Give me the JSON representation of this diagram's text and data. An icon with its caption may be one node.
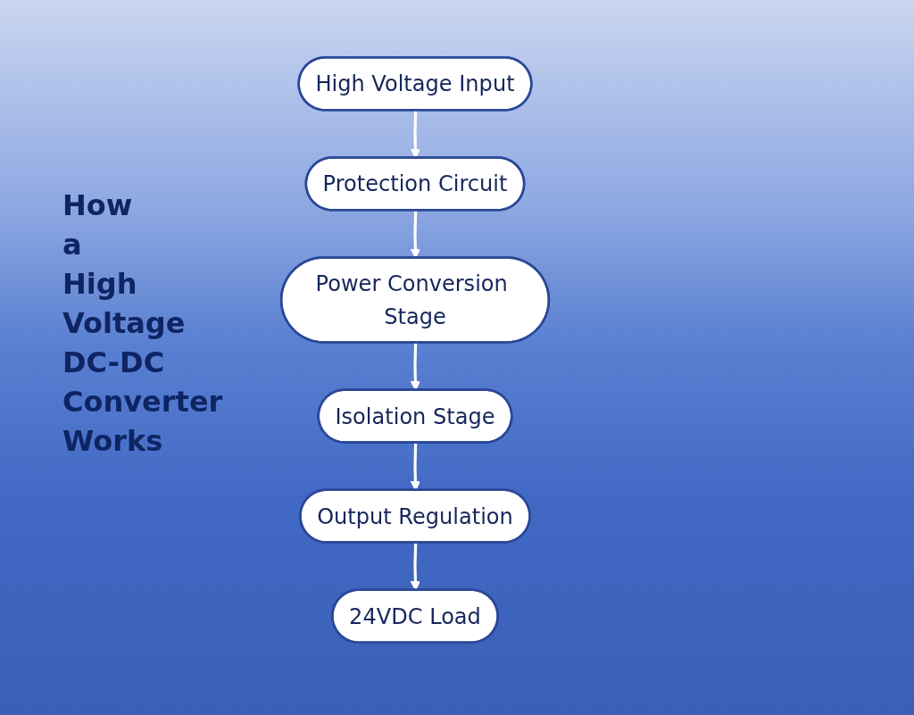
{
  "diagram": {
    "title": "How a High Voltage DC-DC Converter Works",
    "nodes": [
      {
        "text": [
          "High Voltage Input"
        ]
      },
      {
        "text": [
          "Protection Circuit"
        ]
      },
      {
        "text": [
          "Power Conversion Stage"
        ]
      },
      {
        "text": [
          "Isolation Stage"
        ]
      },
      {
        "text": [
          "Output Regulation"
        ]
      },
      {
        "text": [
          "24VDC Load"
        ]
      }
    ],
    "edges": [
      {
        "from": 0,
        "to": 1,
        "arrow": "to"
      },
      {
        "from": 1,
        "to": 2,
        "arrow": "to"
      },
      {
        "from": 2,
        "to": 3,
        "arrow": "to"
      },
      {
        "from": 3,
        "to": 4,
        "arrow": "to"
      },
      {
        "from": 4,
        "to": 5,
        "arrow": "to"
      }
    ]
  }
}
